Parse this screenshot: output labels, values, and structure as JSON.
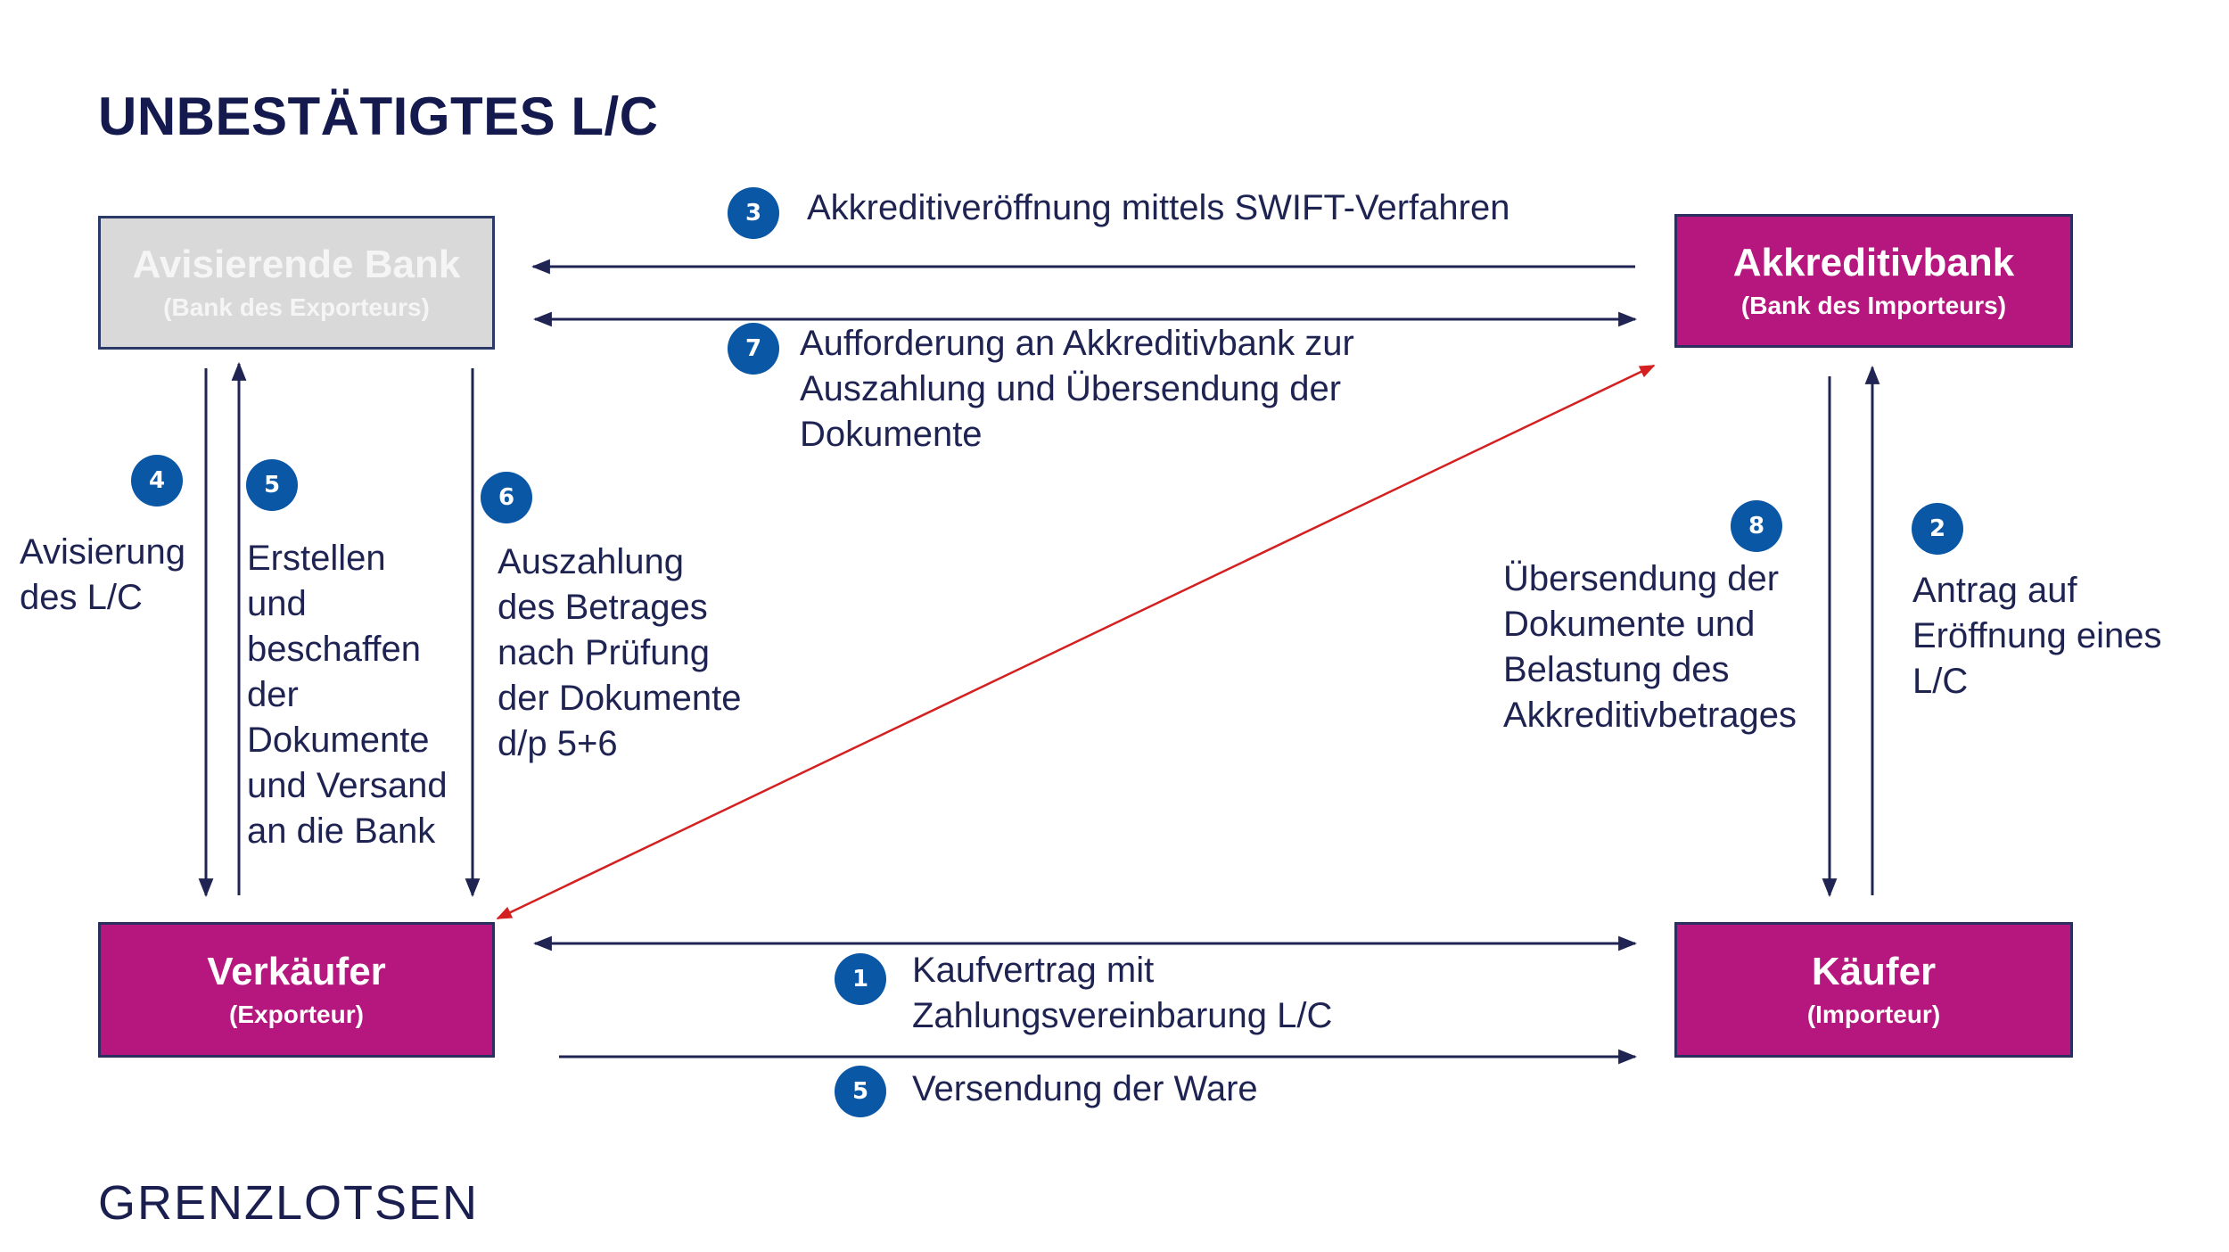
{
  "title": "UNBESTÄTIGTES L/C",
  "boxes": {
    "advising_bank": {
      "name": "Avisierende Bank",
      "sub": "(Bank des Exporteurs)"
    },
    "issuing_bank": {
      "name": "Akkreditivbank",
      "sub": "(Bank des Importeurs)"
    },
    "seller": {
      "name": "Verkäufer",
      "sub": "(Exporteur)"
    },
    "buyer": {
      "name": "Käufer",
      "sub": "(Importeur)"
    }
  },
  "steps": {
    "s1": {
      "num": "1",
      "text": "Kaufvertrag mit\nZahlungsvereinbarung L/C"
    },
    "s2": {
      "num": "2",
      "text": "Antrag auf\nEröffnung eines\nL/C"
    },
    "s3": {
      "num": "3",
      "text": "Akkreditiveröffnung mittels SWIFT-Verfahren"
    },
    "s4": {
      "num": "4",
      "text": "Avisierung\ndes L/C"
    },
    "s5a": {
      "num": "5",
      "text": "Erstellen\nund\nbeschaffen\nder\nDokumente\nund Versand\nan die Bank"
    },
    "s5b": {
      "num": "5",
      "text": "Versendung der Ware"
    },
    "s6": {
      "num": "6",
      "text": "Auszahlung\ndes Betrages\nnach Prüfung\nder Dokumente\nd/p 5+6"
    },
    "s7": {
      "num": "7",
      "text": "Aufforderung an Akkreditivbank zur\nAuszahlung und Übersendung der\nDokumente"
    },
    "s8": {
      "num": "8",
      "text": "Übersendung der\nDokumente und\nBelastung des\nAkkreditivbetrages"
    }
  },
  "logo": {
    "text": "GRENZLOTSEN"
  },
  "colors": {
    "magenta": "#b5177e",
    "grey": "#d9d9d9",
    "navy": "#1f2452",
    "badge": "#0a57a6",
    "red_arrow": "#d42020"
  }
}
